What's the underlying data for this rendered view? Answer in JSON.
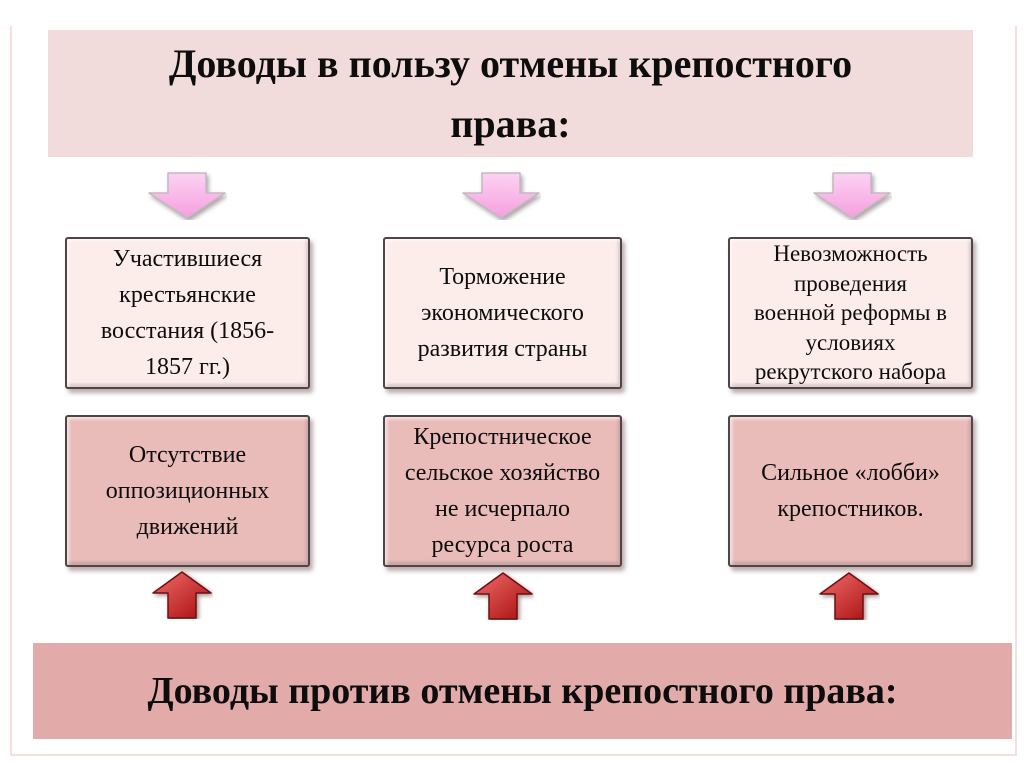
{
  "page": {
    "header": {
      "title": "Доводы в пользу отмены крепостного\nправа:"
    },
    "footer": {
      "title": "Доводы против отмены крепостного права:"
    },
    "arguments_for": [
      {
        "text": "Участившиеся\nкрестьянские\nвосстания (1856-\n1857 гг.)"
      },
      {
        "text": "Торможение\nэкономического\nразвития страны"
      },
      {
        "text": "Невозможность\nпроведения\nвоенной реформы в\nусловиях\nрекрутского набора"
      }
    ],
    "arguments_against": [
      {
        "text": "Отсутствие\nоппозиционных\nдвижений"
      },
      {
        "text": "Крепостническое\nсельское хозяйство\nне исчерпало\nресурса роста"
      },
      {
        "text": "Сильное «лобби»\nкрепостников."
      }
    ],
    "icons": {
      "down_arrow": "pink-down-arrow",
      "up_arrow": "red-up-arrow"
    },
    "colors": {
      "header_bg": "#f2dcdb",
      "footer_bg": "#e2abaa",
      "box_for_bg": "#fcecea",
      "box_against_bg": "#e9bcba",
      "down_arrow_fill": "#f7abe3",
      "up_arrow_fill": "#cc1a1a",
      "text": "#0d0d0d"
    }
  }
}
